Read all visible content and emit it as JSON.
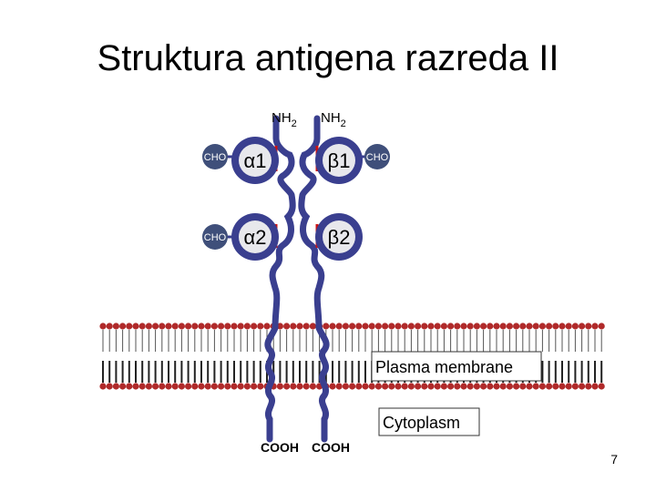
{
  "slide": {
    "title": "Struktura antigena razreda II",
    "number": "7"
  },
  "diagram": {
    "alpha_chain": {
      "n_terminus": "NH",
      "n_terminus_sub": "2",
      "c_terminus": "COOH",
      "domains": [
        "α1",
        "α2"
      ],
      "carbohydrates": [
        "CHO",
        "CHO"
      ]
    },
    "beta_chain": {
      "n_terminus": "NH",
      "n_terminus_sub": "2",
      "c_terminus": "COOH",
      "domains": [
        "β1",
        "β2"
      ],
      "carbohydrates": [
        "CHO"
      ]
    },
    "labels": {
      "membrane": "Plasma membrane",
      "cytoplasm": "Cytoplasm"
    },
    "colors": {
      "chain": "#3a3f8f",
      "domain_fill": "#3a3f8f",
      "domain_core": "#e8e8ec",
      "disulfide": "#cc1111",
      "lipid_head": "#b02a2a",
      "cho_fill": "#3f4f7a"
    }
  }
}
